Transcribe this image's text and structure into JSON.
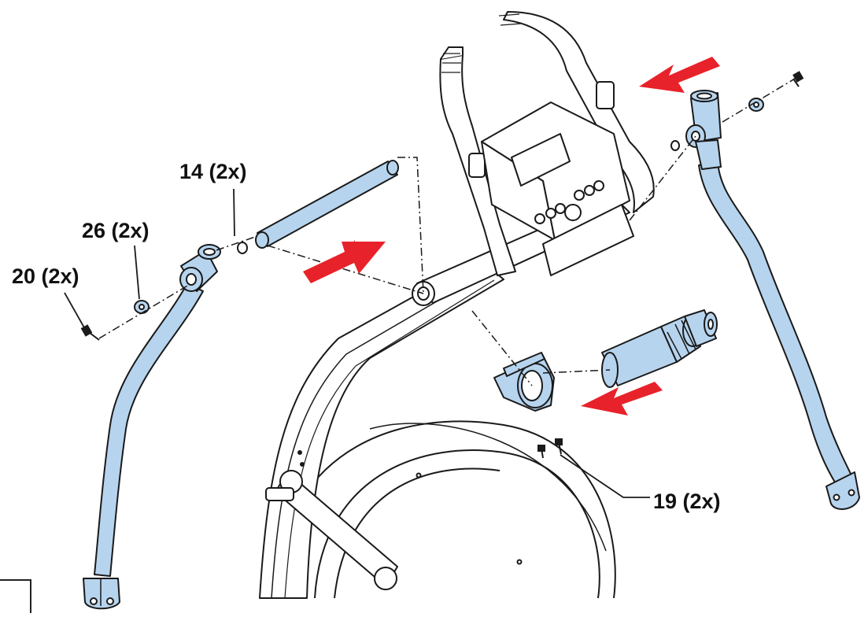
{
  "labels": {
    "part_14": "14 (2x)",
    "part_26": "26 (2x)",
    "part_20": "20 (2x)",
    "part_19": "19 (2x)"
  },
  "colors": {
    "part_fill": "#b7d4ee",
    "arrow": "#e8222a",
    "outline": "#1a1a1a"
  }
}
